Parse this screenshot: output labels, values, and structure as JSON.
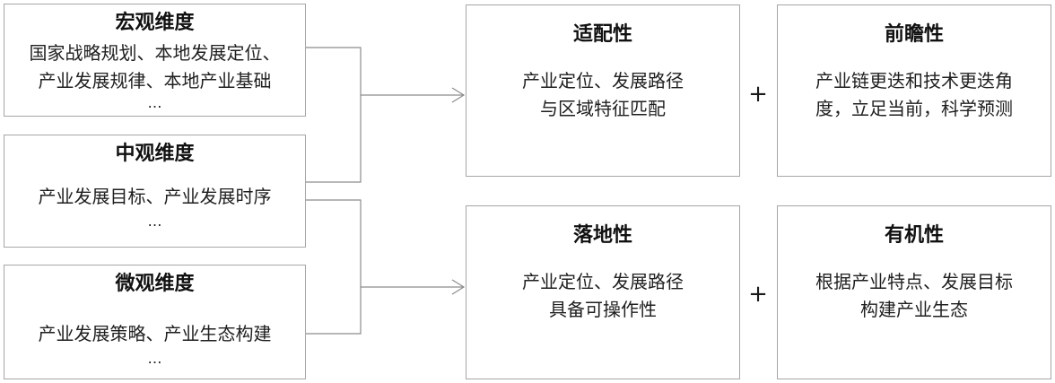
{
  "dimensions": [
    {
      "title": "宏观维度",
      "lines": [
        "国家战略规划、本地发展定位、",
        "产业发展规律、本地产业基础"
      ],
      "more": "…"
    },
    {
      "title": "中观维度",
      "lines": [
        "产业发展目标、产业发展时序"
      ],
      "more": "…"
    },
    {
      "title": "微观维度",
      "lines": [
        "产业发展策略、产业生态构建"
      ],
      "more": "…"
    }
  ],
  "properties": [
    {
      "title": "适配性",
      "lines": [
        "产业定位、发展路径",
        "与区域特征匹配"
      ]
    },
    {
      "title": "前瞻性",
      "lines": [
        "产业链更迭和技术更迭角",
        "度，立足当前，科学预测"
      ]
    },
    {
      "title": "落地性",
      "lines": [
        "产业定位、发展路径",
        "具备可操作性"
      ]
    },
    {
      "title": "有机性",
      "lines": [
        "根据产业特点、发展目标",
        "构建产业生态"
      ]
    }
  ],
  "operators": [
    "+",
    "+"
  ],
  "colors": {
    "box_border": "#a6a6a6",
    "connector": "#8c8c8c",
    "text": "#1a1a1a"
  }
}
